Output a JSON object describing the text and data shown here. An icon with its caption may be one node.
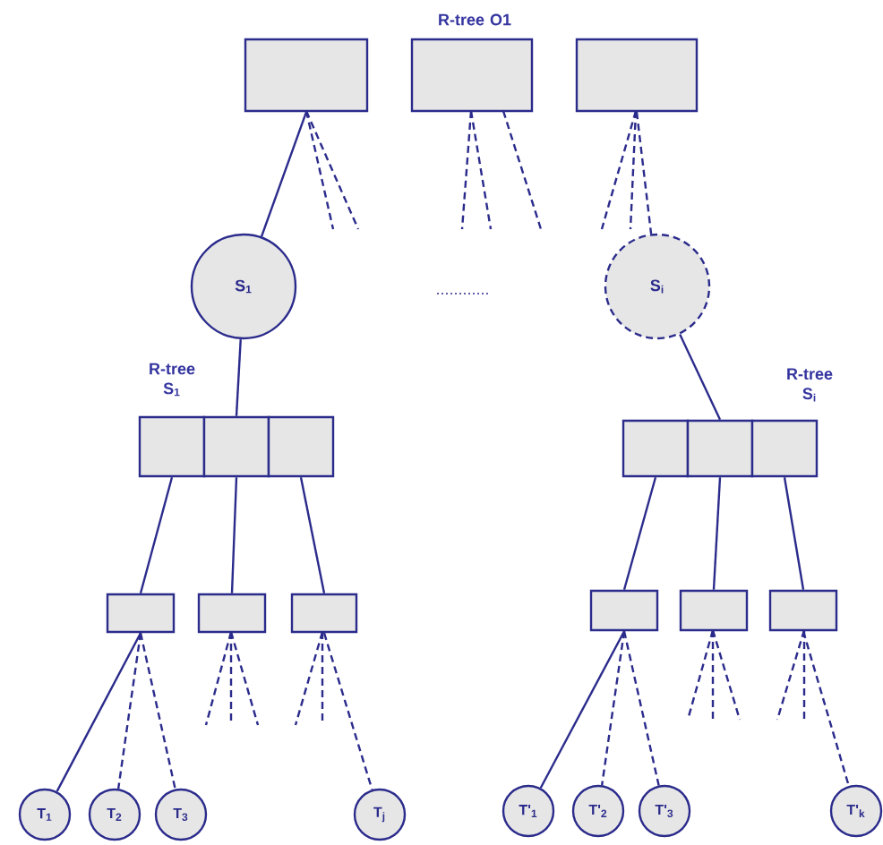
{
  "diagram": {
    "nodes": [
      {
        "text": [],
        "shape": "box"
      },
      {
        "text": [],
        "shape": "box"
      },
      {
        "text": [],
        "shape": "box"
      },
      {
        "text": [
          "S$_{1}$"
        ]
      },
      {
        "text": [
          "S$_{i}$"
        ]
      },
      {
        "text": [],
        "shape": "box"
      },
      {
        "text": [],
        "shape": "box"
      },
      {
        "text": [],
        "shape": "box"
      },
      {
        "text": [],
        "shape": "box"
      },
      {
        "text": [],
        "shape": "box"
      },
      {
        "text": [],
        "shape": "box"
      },
      {
        "text": [],
        "shape": "box"
      },
      {
        "text": [],
        "shape": "box"
      },
      {
        "text": [],
        "shape": "box"
      },
      {
        "text": [],
        "shape": "box"
      },
      {
        "text": [],
        "shape": "box"
      },
      {
        "text": [],
        "shape": "box"
      },
      {
        "text": [
          "T$_{1}$"
        ]
      },
      {
        "text": [
          "T$_{2}$"
        ]
      },
      {
        "text": [
          "T$_{3}$"
        ]
      },
      {
        "text": [
          "T$_{j}$"
        ]
      },
      {
        "text": [
          "T'$_{1}$"
        ]
      },
      {
        "text": [
          "T'$_{2}$"
        ]
      },
      {
        "text": [
          "T'$_{3}$"
        ]
      },
      {
        "text": [
          "T'$_{k}$"
        ]
      }
    ],
    "edges": [
      {
        "from": 0,
        "to": 3,
        "arrow": "none"
      },
      {
        "from": 2,
        "to": 4,
        "arrow": "none",
        "style": "dashed"
      },
      {
        "from": 3,
        "to": 6,
        "arrow": "none"
      },
      {
        "from": 4,
        "to": 9,
        "arrow": "none"
      },
      {
        "from": 5,
        "to": 11,
        "arrow": "none"
      },
      {
        "from": 6,
        "to": 12,
        "arrow": "none"
      },
      {
        "from": 7,
        "to": 13,
        "arrow": "none"
      },
      {
        "from": 8,
        "to": 14,
        "arrow": "none"
      },
      {
        "from": 9,
        "to": 15,
        "arrow": "none"
      },
      {
        "from": 10,
        "to": 16,
        "arrow": "none"
      },
      {
        "from": 11,
        "to": 17,
        "arrow": "none"
      },
      {
        "from": 11,
        "to": 18,
        "arrow": "none",
        "style": "dashed"
      },
      {
        "from": 11,
        "to": 19,
        "arrow": "none",
        "style": "dashed"
      },
      {
        "from": 13,
        "to": 20,
        "arrow": "none",
        "style": "dashed"
      },
      {
        "from": 14,
        "to": 21,
        "arrow": "none"
      },
      {
        "from": 14,
        "to": 22,
        "arrow": "none",
        "style": "dashed"
      },
      {
        "from": 14,
        "to": 23,
        "arrow": "none",
        "style": "dashed"
      },
      {
        "from": 16,
        "to": 24,
        "arrow": "none",
        "style": "dashed"
      }
    ],
    "labels": [
      "R-tree O1",
      "R-tree S$_{1}$",
      "R-tree S$_{i}$"
    ]
  }
}
